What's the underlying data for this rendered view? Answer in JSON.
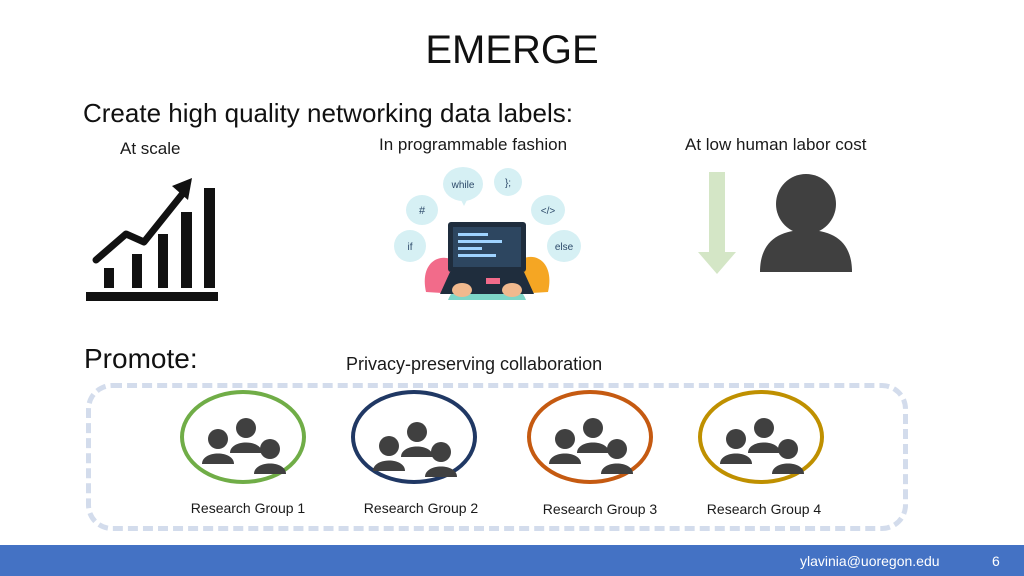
{
  "slide": {
    "title": "EMERGE",
    "subtitle": "Create high quality networking data labels:",
    "captions": {
      "scale": "At scale",
      "programmable": "In programmable fashion",
      "labor": "At low human labor cost"
    },
    "code_bubbles": [
      "while",
      "};",
      "#",
      "</>",
      "if",
      "else"
    ],
    "promote_label": "Promote:",
    "collaboration_label": "Privacy-preserving collaboration",
    "groups": [
      {
        "label": "Research Group 1",
        "color": "#70ad47"
      },
      {
        "label": "Research Group 2",
        "color": "#203864"
      },
      {
        "label": "Research Group 3",
        "color": "#c55a11"
      },
      {
        "label": "Research Group 4",
        "color": "#bf9000"
      }
    ],
    "footer": {
      "email": "ylavinia@uoregon.edu",
      "page_number": "6",
      "bar_color": "#4472c4"
    },
    "icons": [
      "growth-chart-icon",
      "laptop-coding-icon",
      "down-arrow-icon",
      "person-icon",
      "group-people-icon"
    ]
  }
}
